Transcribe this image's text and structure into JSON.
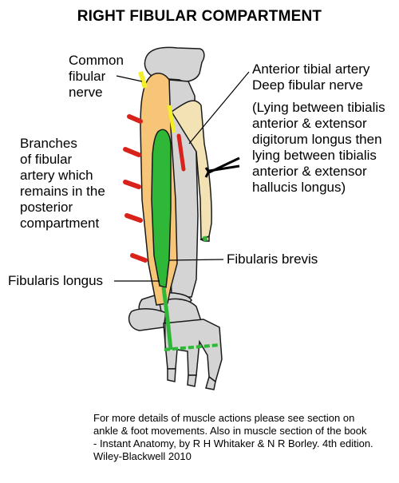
{
  "title": "RIGHT FIBULAR COMPARTMENT",
  "labels": {
    "common_fibular_nerve": "Common\nfibular\nnerve",
    "anterior_tibial_artery_deep_fibular_nerve": "Anterior tibial artery\nDeep fibular nerve",
    "lying_between": "(Lying between tibialis\nanterior & extensor\ndigitorum longus then\nlying between tibialis\nanterior & extensor\nhallucis longus)",
    "branches_of_fibular_artery": "Branches\nof fibular\nartery which\nremains in the\nposterior\ncompartment",
    "fibularis_brevis": "Fibularis brevis",
    "fibularis_longus": "Fibularis longus"
  },
  "footnote": "For more details of muscle actions please see section on\nankle & foot movements. Also in muscle section of the book\n- Instant Anatomy, by R H Whitaker & N R Borley. 4th edition.\nWiley-Blackwell 2010",
  "colors": {
    "bone": "#d4d4d4",
    "muscle": "#f6c577",
    "tendon": "#f3e3b4",
    "fibularis_brevis": "#2fb837",
    "artery": "#d8221c",
    "nerve": "#f2ef2a",
    "outline": "#1a1a1a"
  }
}
